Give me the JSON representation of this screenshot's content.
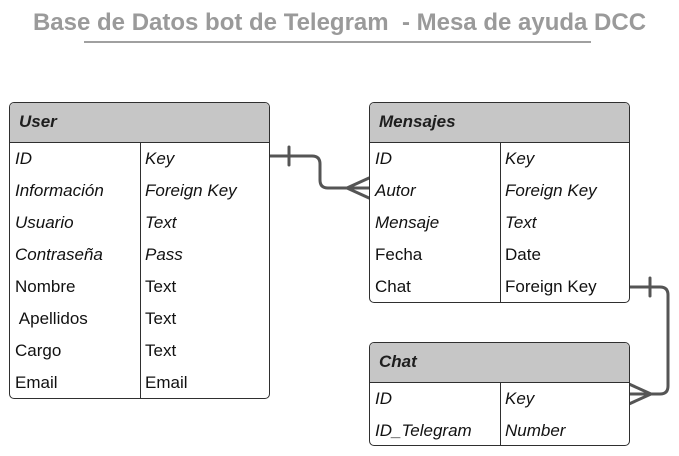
{
  "title": "Base de Datos bot de Telegram  - Mesa de ayuda DCC",
  "entities": {
    "user": {
      "name": "User",
      "rows": [
        {
          "field": "ID",
          "type": "Key",
          "italic": true
        },
        {
          "field": "Información",
          "type": "Foreign Key",
          "italic": true
        },
        {
          "field": "Usuario",
          "type": "Text",
          "italic": true
        },
        {
          "field": "Contraseña",
          "type": "Pass",
          "italic": true
        },
        {
          "field": "Nombre",
          "type": "Text",
          "italic": false
        },
        {
          "field": " Apellidos",
          "type": "Text",
          "italic": false
        },
        {
          "field": "Cargo",
          "type": "Text",
          "italic": false
        },
        {
          "field": "Email",
          "type": "Email",
          "italic": false
        }
      ]
    },
    "mensajes": {
      "name": "Mensajes",
      "rows": [
        {
          "field": "ID",
          "type": "Key",
          "italic": true
        },
        {
          "field": "Autor",
          "type": "Foreign Key",
          "italic": true
        },
        {
          "field": "Mensaje",
          "type": "Text",
          "italic": true
        },
        {
          "field": "Fecha",
          "type": "Date",
          "italic": false
        },
        {
          "field": "Chat",
          "type": "Foreign Key",
          "italic": false
        }
      ]
    },
    "chat": {
      "name": "Chat",
      "rows": [
        {
          "field": "ID",
          "type": "Key",
          "italic": true
        },
        {
          "field": "ID_Telegram",
          "type": "Number",
          "italic": true
        }
      ]
    }
  },
  "relationships": [
    {
      "from": "user.ID",
      "to": "mensajes.Autor",
      "from_end": "one",
      "to_end": "many"
    },
    {
      "from": "mensajes.Chat",
      "to": "chat.ID",
      "from_end": "one",
      "to_end": "many"
    }
  ]
}
